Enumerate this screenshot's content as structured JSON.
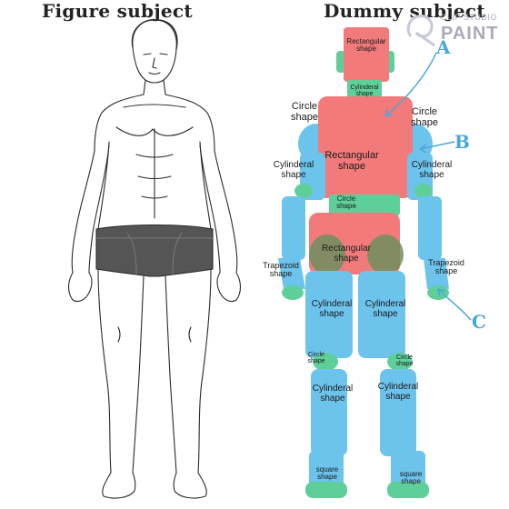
{
  "titles": {
    "figure": "Figure subject",
    "dummy": "Dummy subject"
  },
  "logo": {
    "small": "CLIP STUDIO",
    "big": "PAINT"
  },
  "colors": {
    "red": "#f27a7a",
    "blue": "#6cc3ec",
    "green": "#5fcf9a",
    "olive": "#6f8f5f",
    "pointer": "#4aa8d8"
  },
  "labels": {
    "head": {
      "l1": "Rectangular",
      "l2": "shape"
    },
    "neck": {
      "l1": "Cylinderal",
      "l2": "shape"
    },
    "shoulder_left": {
      "l1": "Circle",
      "l2": "shape"
    },
    "shoulder_right": {
      "l1": "Circle",
      "l2": "shape"
    },
    "torso": {
      "l1": "Rectangular",
      "l2": "shape"
    },
    "upper_arm_left": {
      "l1": "Cylinderal",
      "l2": "shape"
    },
    "upper_arm_right": {
      "l1": "Cylinderal",
      "l2": "shape"
    },
    "waist": {
      "l1": "Circle",
      "l2": "shape"
    },
    "pelvis": {
      "l1": "Rectangular",
      "l2": "shape"
    },
    "hand_left": {
      "l1": "Trapezoid",
      "l2": "shape"
    },
    "hand_right": {
      "l1": "Trapezoid",
      "l2": "shape"
    },
    "thigh_left": {
      "l1": "Cylinderal",
      "l2": "shape"
    },
    "thigh_right": {
      "l1": "Cylinderal",
      "l2": "shape"
    },
    "knee_left": {
      "l1": "Circle",
      "l2": "shape"
    },
    "knee_right": {
      "l1": "Circle",
      "l2": "shape"
    },
    "shin_left": {
      "l1": "Cylinderal",
      "l2": "shape"
    },
    "shin_right": {
      "l1": "Cylinderal",
      "l2": "shape"
    },
    "foot_left": {
      "l1": "square",
      "l2": "shape"
    },
    "foot_right": {
      "l1": "square",
      "l2": "shape"
    }
  },
  "pointers": {
    "a": "A",
    "b": "B",
    "c": "C"
  }
}
